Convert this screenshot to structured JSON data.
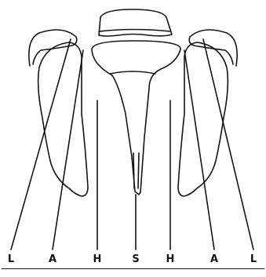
{
  "labels": {
    "far_left": "L",
    "left_a": "A",
    "left_h": "H",
    "center": "S",
    "right_h": "H",
    "right_a": "A",
    "far_right": "L"
  },
  "colors": {
    "ink": "#141414",
    "background": "#ffffff"
  }
}
